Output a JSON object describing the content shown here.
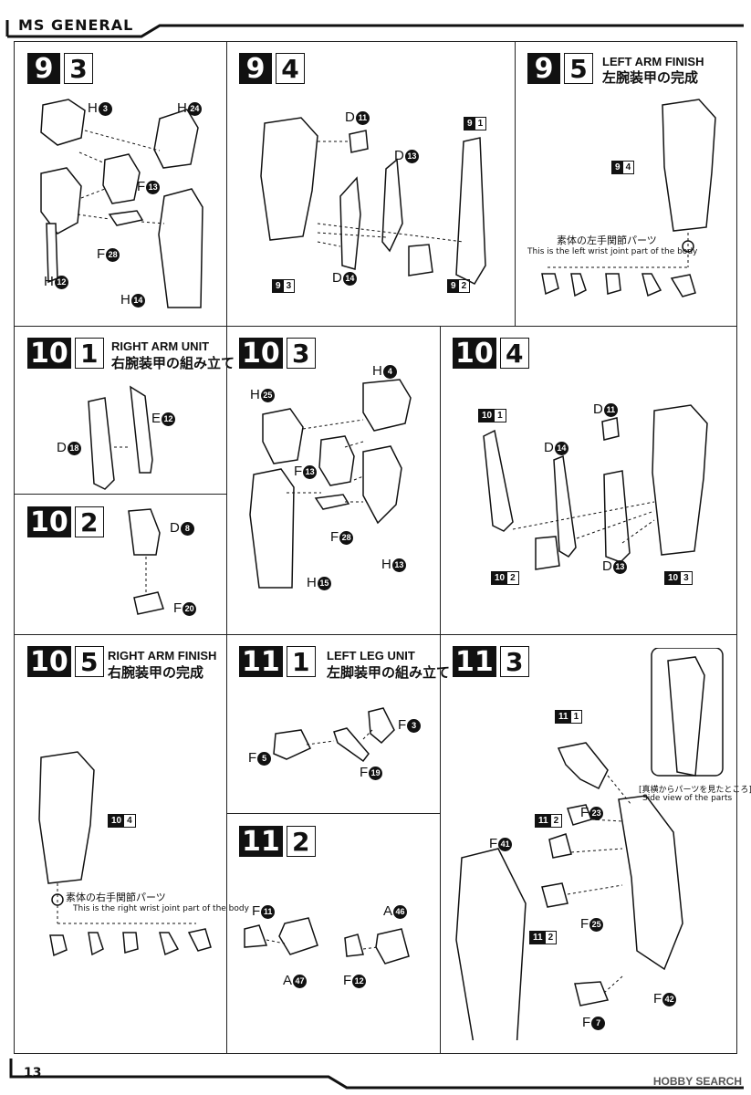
{
  "header": {
    "brand": "MS GENERAL"
  },
  "steps": {
    "s93": {
      "major": "9",
      "minor": "3"
    },
    "s94": {
      "major": "9",
      "minor": "4"
    },
    "s95": {
      "major": "9",
      "minor": "5",
      "en": "LEFT ARM FINISH",
      "jp": "左腕装甲の完成"
    },
    "s101": {
      "major": "10",
      "minor": "1",
      "en": "RIGHT ARM UNIT",
      "jp": "右腕装甲の組み立て"
    },
    "s102": {
      "major": "10",
      "minor": "2"
    },
    "s103": {
      "major": "10",
      "minor": "3"
    },
    "s104": {
      "major": "10",
      "minor": "4"
    },
    "s105": {
      "major": "10",
      "minor": "5",
      "en": "RIGHT ARM FINISH",
      "jp": "右腕装甲の完成"
    },
    "s111": {
      "major": "11",
      "minor": "1",
      "en": "LEFT LEG UNIT",
      "jp": "左脚装甲の組み立て"
    },
    "s112": {
      "major": "11",
      "minor": "2"
    },
    "s113": {
      "major": "11",
      "minor": "3"
    }
  },
  "labels": {
    "p93": [
      {
        "letter": "H",
        "num": "3"
      },
      {
        "letter": "H",
        "num": "24"
      },
      {
        "letter": "F",
        "num": "13"
      },
      {
        "letter": "F",
        "num": "28"
      },
      {
        "letter": "H",
        "num": "12"
      },
      {
        "letter": "H",
        "num": "14"
      }
    ],
    "p94": [
      {
        "letter": "D",
        "num": "11"
      },
      {
        "letter": "D",
        "num": "13"
      },
      {
        "letter": "D",
        "num": "14"
      }
    ],
    "p101": [
      {
        "letter": "E",
        "num": "12"
      },
      {
        "letter": "D",
        "num": "18"
      }
    ],
    "p102": [
      {
        "letter": "D",
        "num": "8"
      },
      {
        "letter": "F",
        "num": "20"
      }
    ],
    "p103": [
      {
        "letter": "H",
        "num": "4"
      },
      {
        "letter": "H",
        "num": "25"
      },
      {
        "letter": "F",
        "num": "13"
      },
      {
        "letter": "F",
        "num": "28"
      },
      {
        "letter": "H",
        "num": "13"
      },
      {
        "letter": "H",
        "num": "15"
      }
    ],
    "p104": [
      {
        "letter": "D",
        "num": "11"
      },
      {
        "letter": "D",
        "num": "14"
      },
      {
        "letter": "D",
        "num": "13"
      }
    ],
    "p111": [
      {
        "letter": "F",
        "num": "3"
      },
      {
        "letter": "F",
        "num": "5"
      },
      {
        "letter": "F",
        "num": "19"
      }
    ],
    "p112": [
      {
        "letter": "F",
        "num": "11"
      },
      {
        "letter": "A",
        "num": "46"
      },
      {
        "letter": "A",
        "num": "47"
      },
      {
        "letter": "F",
        "num": "12"
      }
    ],
    "p113": [
      {
        "letter": "F",
        "num": "23"
      },
      {
        "letter": "F",
        "num": "41"
      },
      {
        "letter": "F",
        "num": "25"
      },
      {
        "letter": "F",
        "num": "42"
      },
      {
        "letter": "F",
        "num": "7"
      }
    ]
  },
  "tags": {
    "t91": {
      "a": "9",
      "b": "1"
    },
    "t93": {
      "a": "9",
      "b": "3"
    },
    "t92": {
      "a": "9",
      "b": "2"
    },
    "t94": {
      "a": "9",
      "b": "4"
    },
    "t101": {
      "a": "10",
      "b": "1"
    },
    "t102": {
      "a": "10",
      "b": "2"
    },
    "t103": {
      "a": "10",
      "b": "3"
    },
    "t104": {
      "a": "10",
      "b": "4"
    },
    "t111": {
      "a": "11",
      "b": "1"
    },
    "t112a": {
      "a": "11",
      "b": "2"
    },
    "t112b": {
      "a": "11",
      "b": "2"
    }
  },
  "notes": {
    "left_wrist_jp": "素体の左手関節パーツ",
    "left_wrist_en": "This is the left wrist joint part of the body",
    "right_wrist_jp": "素体の右手関節パーツ",
    "right_wrist_en": "This is the right wrist joint part of the body",
    "side_view_jp": "[真横からパーツを見たところ]",
    "side_view_en": "Side view of the parts"
  },
  "footer": {
    "page": "13",
    "watermark": "HOBBY SEARCH"
  },
  "colors": {
    "ink": "#111111",
    "paper": "#ffffff"
  }
}
